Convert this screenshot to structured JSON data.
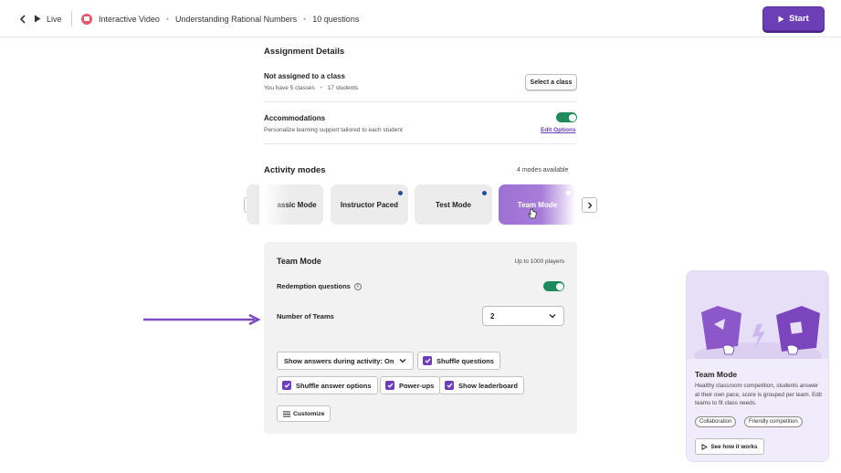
{
  "topbar": {
    "mode_label": "Live",
    "breadcrumb": [
      "Interactive Video",
      "Understanding Rational Numbers",
      "10 questions"
    ],
    "start_label": "Start"
  },
  "assignment": {
    "heading": "Assignment Details",
    "class_title": "Not assigned to a class",
    "class_count": "You have 5 classes",
    "student_count": "17 students",
    "select_class_label": "Select a class",
    "accommodations_title": "Accommodations",
    "accommodations_sub": "Personalize learning support tailored to each student",
    "accommodations_enabled": true,
    "edit_options_label": "Edit Options"
  },
  "modes": {
    "heading": "Activity modes",
    "available": "4 modes available",
    "items": [
      {
        "label": "Classic Mode",
        "visible_text": "assic Mode",
        "dot": false
      },
      {
        "label": "Instructor Paced",
        "dot": true
      },
      {
        "label": "Test Mode",
        "dot": true
      },
      {
        "label": "Team Mode",
        "dot": true,
        "active": true
      }
    ]
  },
  "team_panel": {
    "title": "Team Mode",
    "players": "Up to 1000 players",
    "redemption_label": "Redemption questions",
    "redemption_enabled": true,
    "teams_label": "Number of Teams",
    "teams_value": "2",
    "show_answers_label": "Show answers during activity: On",
    "options": [
      {
        "label": "Shuffle questions",
        "checked": true
      },
      {
        "label": "Shuffle answer options",
        "checked": true
      },
      {
        "label": "Power-ups",
        "checked": true
      },
      {
        "label": "Show leaderboard",
        "checked": true
      }
    ],
    "customize_label": "Customize"
  },
  "side_card": {
    "title": "Team Mode",
    "description": "Healthy classroom competition, students answer at their own pace, score is grouped per team. Edit teams to fit class needs.",
    "tags": [
      "Collaboration",
      "Friendly competition"
    ],
    "cta_label": "See how it works"
  },
  "colors": {
    "brand_purple": "#6d3fb7",
    "toggle_green": "#1f8a5c",
    "active_mode": "#a67cd8",
    "annotation_arrow": "#7e4cc0"
  }
}
